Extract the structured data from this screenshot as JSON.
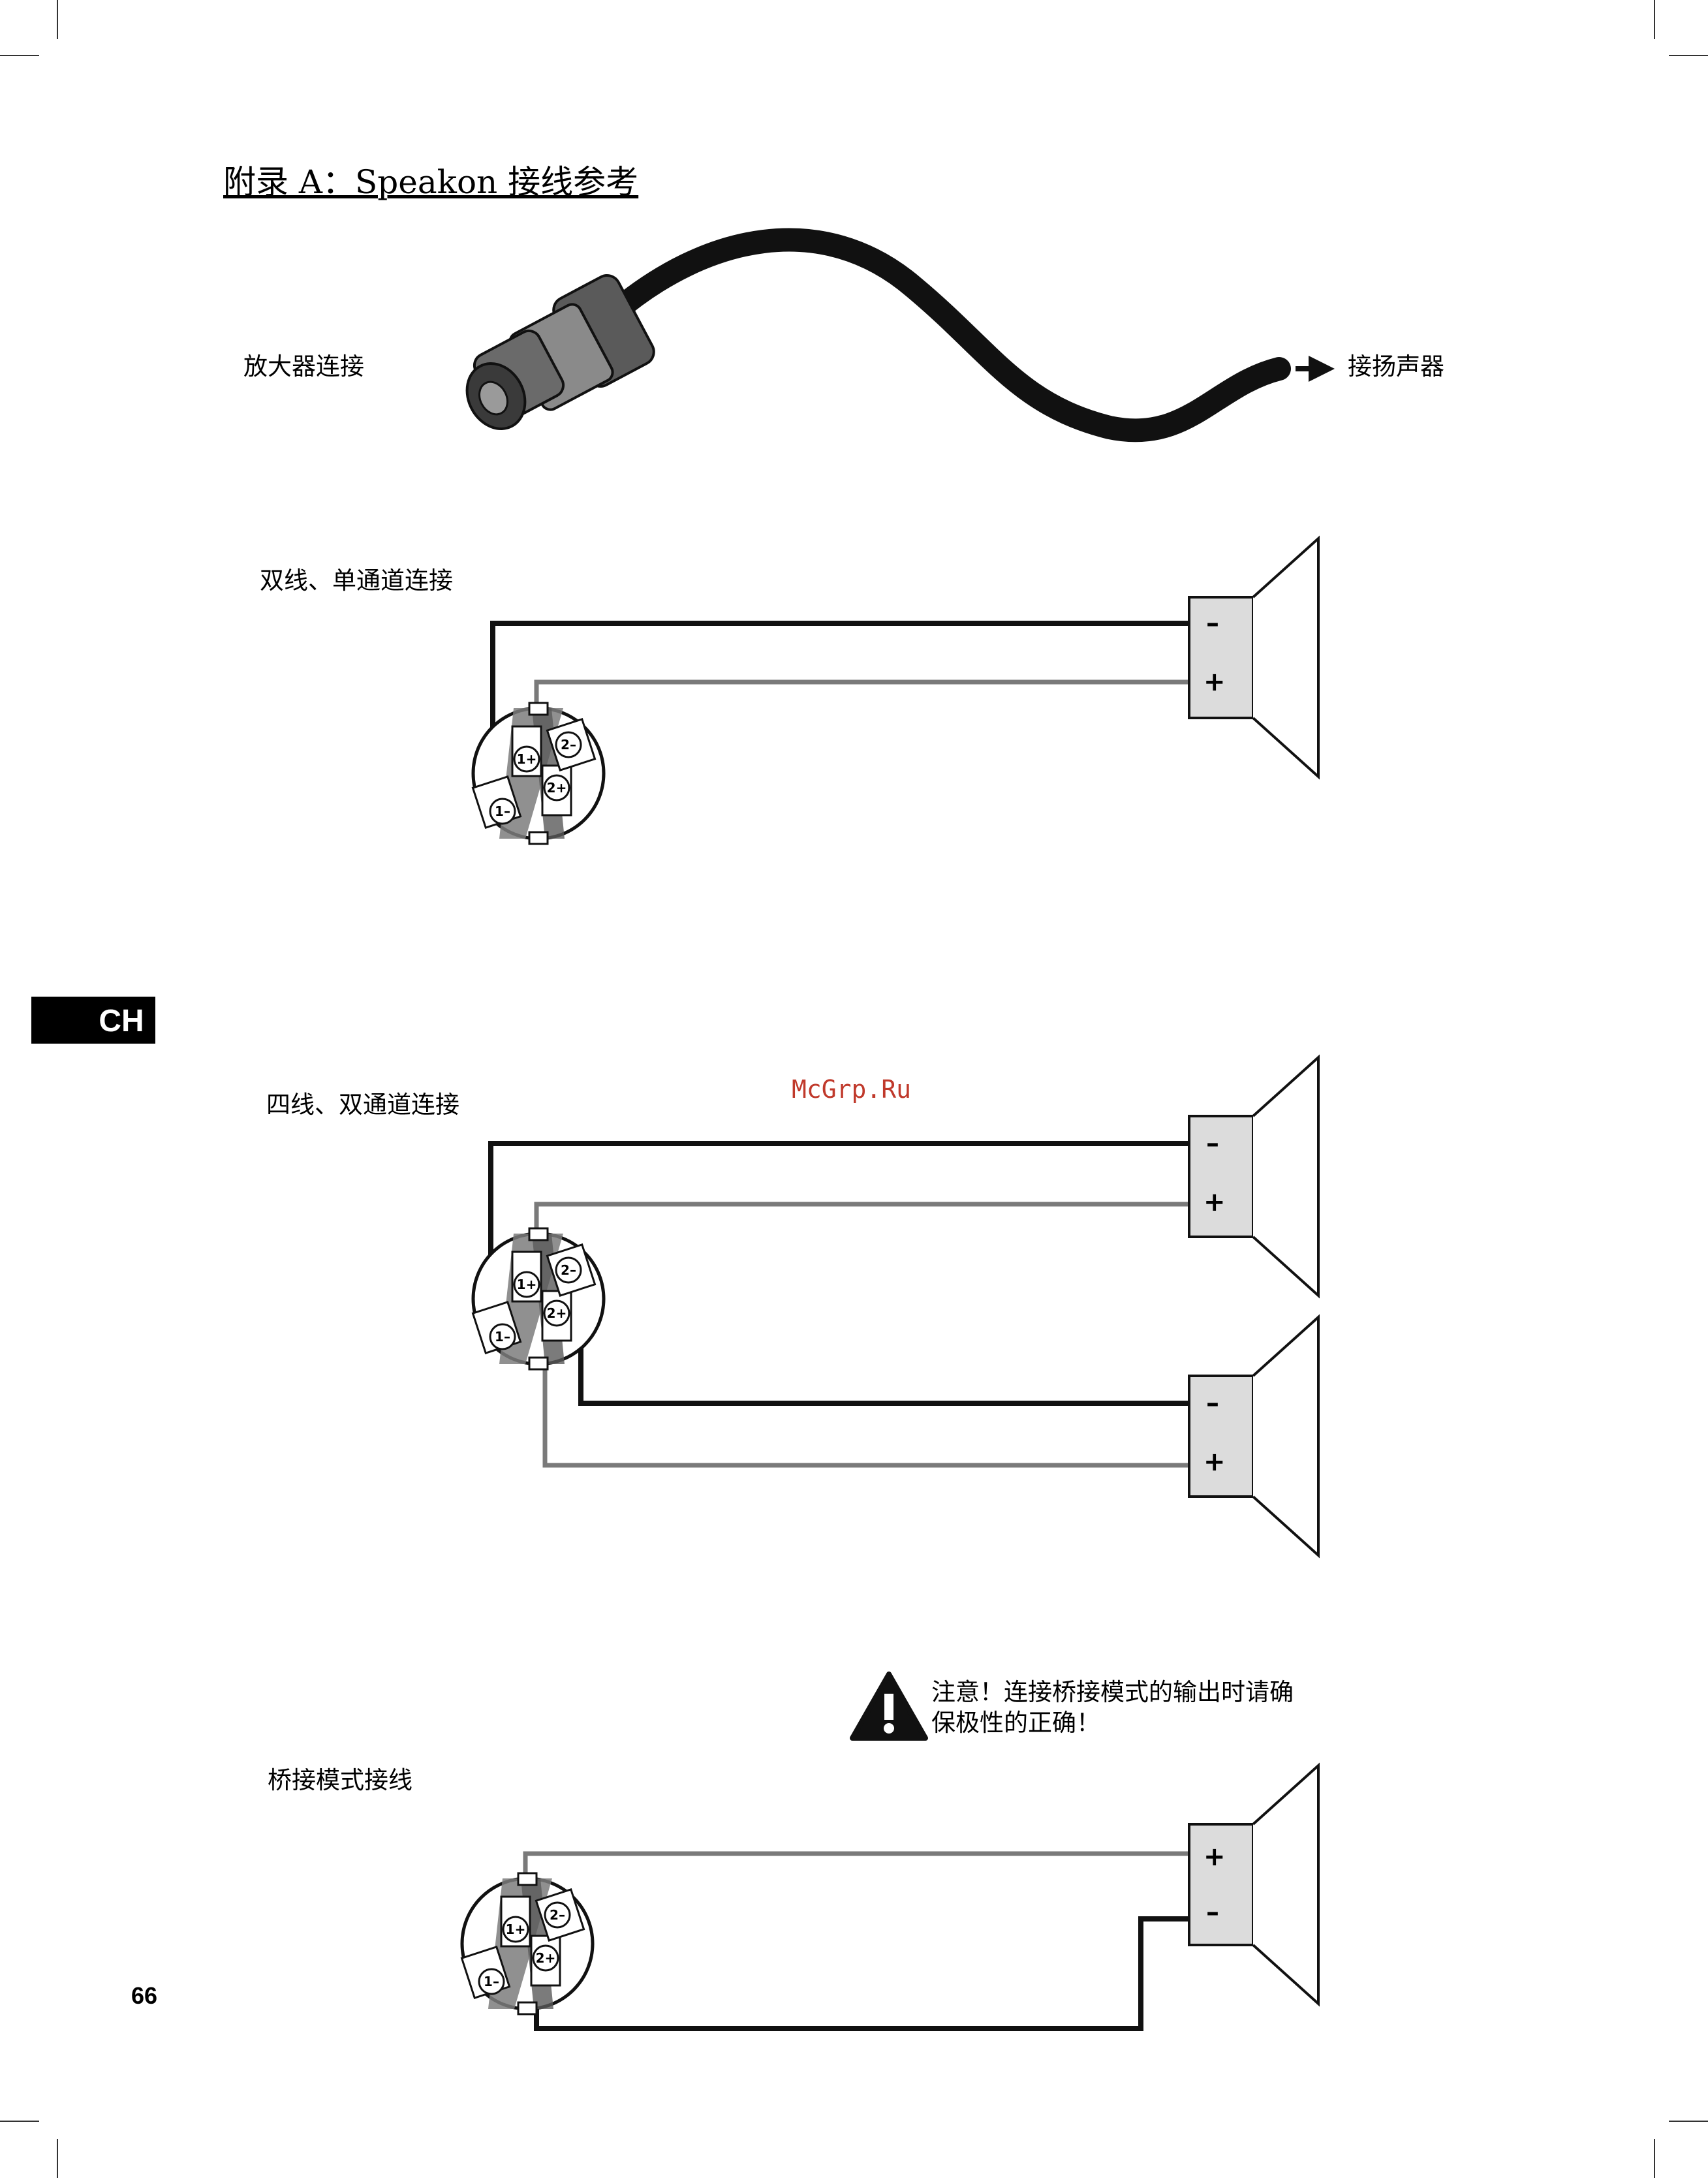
{
  "page": {
    "title": "附录 A：Speakon 接线参考",
    "language_tab": "CH",
    "page_number": "66",
    "watermark": "McGrp.Ru"
  },
  "cable": {
    "amp_label": "放大器连接",
    "speaker_label": "接扬声器"
  },
  "sections": {
    "two_wire": {
      "label": "双线、单通道连接"
    },
    "four_wire": {
      "label": "四线、双通道连接"
    },
    "bridge": {
      "label": "桥接模式接线"
    }
  },
  "warning": {
    "icon": "warning-triangle-icon",
    "line1": "注意！连接桥接模式的输出时请确",
    "line2": "保极性的正确！"
  },
  "pins": {
    "p1_plus": "1+",
    "p1_minus": "1–",
    "p2_plus": "2+",
    "p2_minus": "2–"
  },
  "polarity": {
    "minus": "–",
    "plus": "+"
  },
  "colors": {
    "wire_dark": "#111111",
    "wire_gray": "#7a7a7a",
    "speaker_fill": "#dcdcdc",
    "tab_bg": "#000000",
    "watermark": "#c0392b"
  }
}
